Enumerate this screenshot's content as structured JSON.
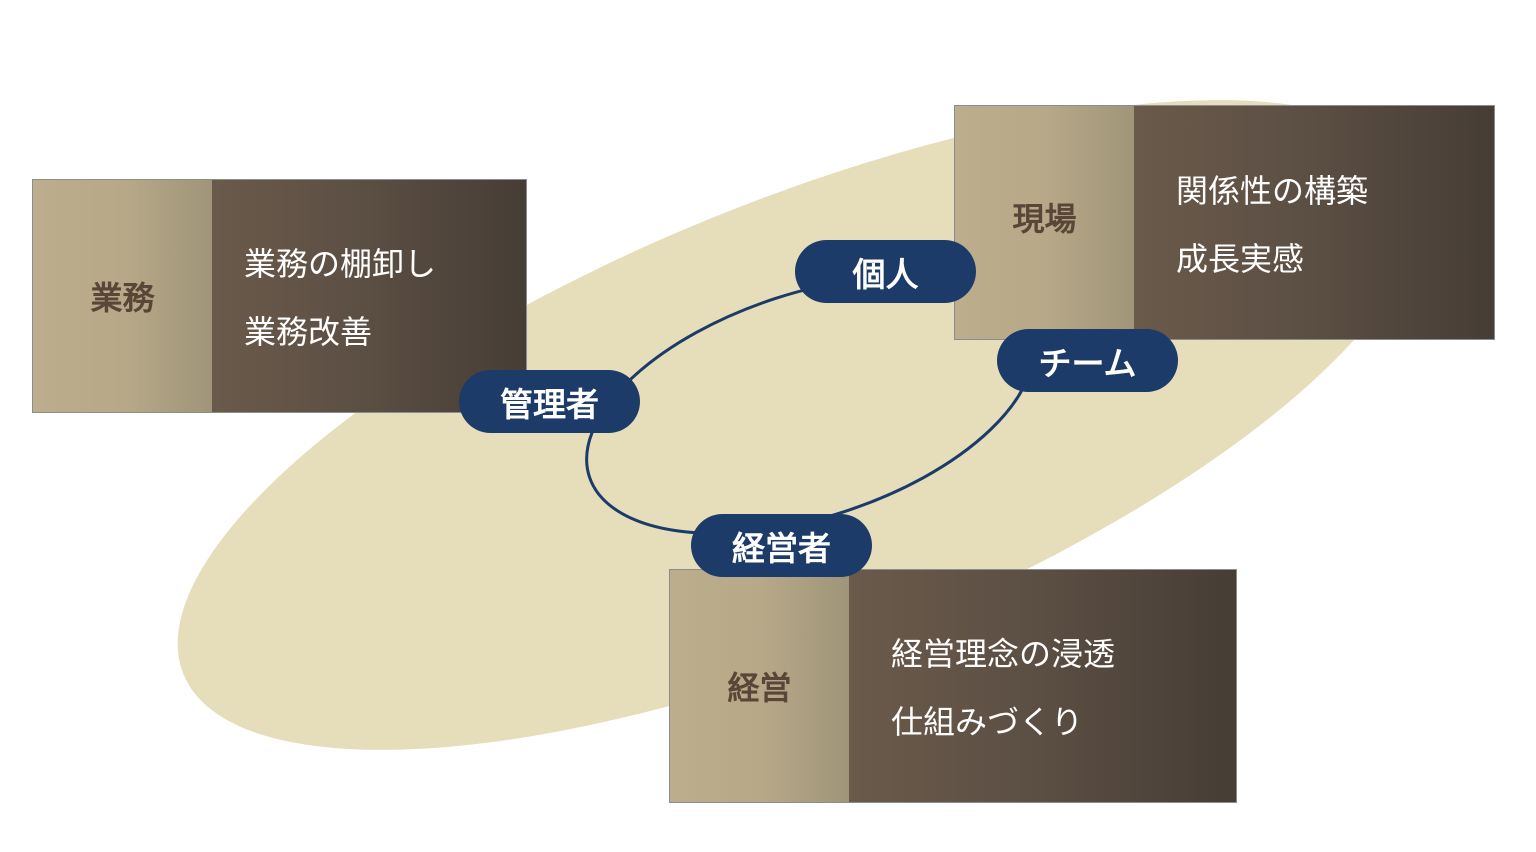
{
  "colors": {
    "ellipse": "#e6ddbb",
    "ring": "#1c3b68",
    "pill": "#1c3b68"
  },
  "boxes": {
    "gyomu": {
      "title": "業務",
      "items": [
        "業務の棚卸し",
        "業務改善"
      ]
    },
    "genba": {
      "title": "現場",
      "items": [
        "関係性の構築",
        "成長実感"
      ]
    },
    "keiei": {
      "title": "経営",
      "items": [
        "経営理念の浸透",
        "仕組みづくり"
      ]
    }
  },
  "roles": {
    "kojin": "個人",
    "team": "チーム",
    "kanrisha": "管理者",
    "keieisha": "経営者"
  }
}
